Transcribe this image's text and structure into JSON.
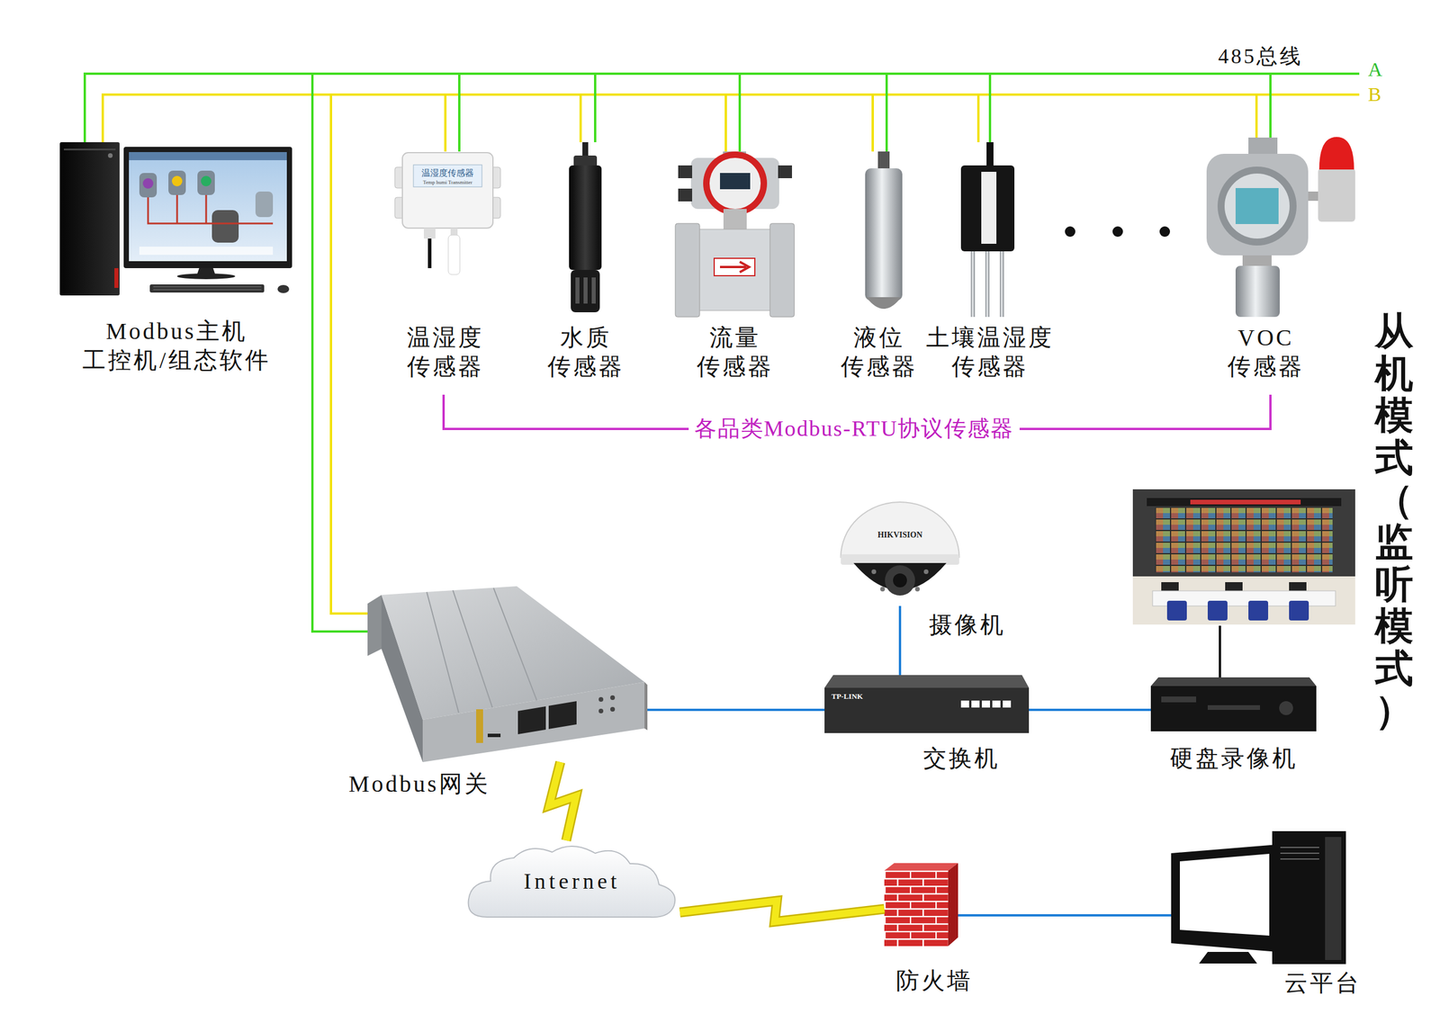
{
  "diagram": {
    "nodes": [
      {
        "text": [
          "Modbus主机 工控机/组态软件"
        ]
      },
      {
        "text": [
          "温湿度 传感器"
        ]
      },
      {
        "text": [
          "水质 传感器"
        ]
      },
      {
        "text": [
          "流量 传感器"
        ]
      },
      {
        "text": [
          "液位 传感器"
        ]
      },
      {
        "text": [
          "土壤温湿度 传感器"
        ]
      },
      {
        "text": [
          "VOC 传感器"
        ]
      },
      {
        "text": [
          "Modbus网关"
        ]
      },
      {
        "text": [
          "摄像机"
        ]
      },
      {
        "text": [
          "交换机"
        ]
      },
      {
        "text": [
          "硬盘录像机"
        ]
      },
      {
        "text": [
          "Internet"
        ]
      },
      {
        "text": [
          "防火墙"
        ]
      },
      {
        "text": [
          "云平台"
        ]
      }
    ],
    "edges": [
      {
        "from": 0,
        "to": 1,
        "arrow": "none"
      },
      {
        "from": 0,
        "to": 2,
        "arrow": "none"
      },
      {
        "from": 0,
        "to": 3,
        "arrow": "none"
      },
      {
        "from": 0,
        "to": 4,
        "arrow": "none"
      },
      {
        "from": 0,
        "to": 5,
        "arrow": "none"
      },
      {
        "from": 0,
        "to": 6,
        "arrow": "none"
      },
      {
        "from": 0,
        "to": 7,
        "arrow": "none"
      },
      {
        "from": 7,
        "to": 9,
        "arrow": "none"
      },
      {
        "from": 8,
        "to": 9,
        "arrow": "none"
      },
      {
        "from": 9,
        "to": 10,
        "arrow": "none"
      },
      {
        "from": 7,
        "to": 11,
        "arrow": "none"
      },
      {
        "from": 11,
        "to": 12,
        "arrow": "none"
      },
      {
        "from": 12,
        "to": 13,
        "arrow": "none"
      }
    ],
    "labels": [
      "485总线",
      "A",
      "B",
      "各品类Modbus-RTU协议传感器",
      "从机模式（监听模式）",
      "温湿度传感器",
      "Temp humi Transmitter",
      "HIKVISION",
      "TP-LINK"
    ]
  }
}
